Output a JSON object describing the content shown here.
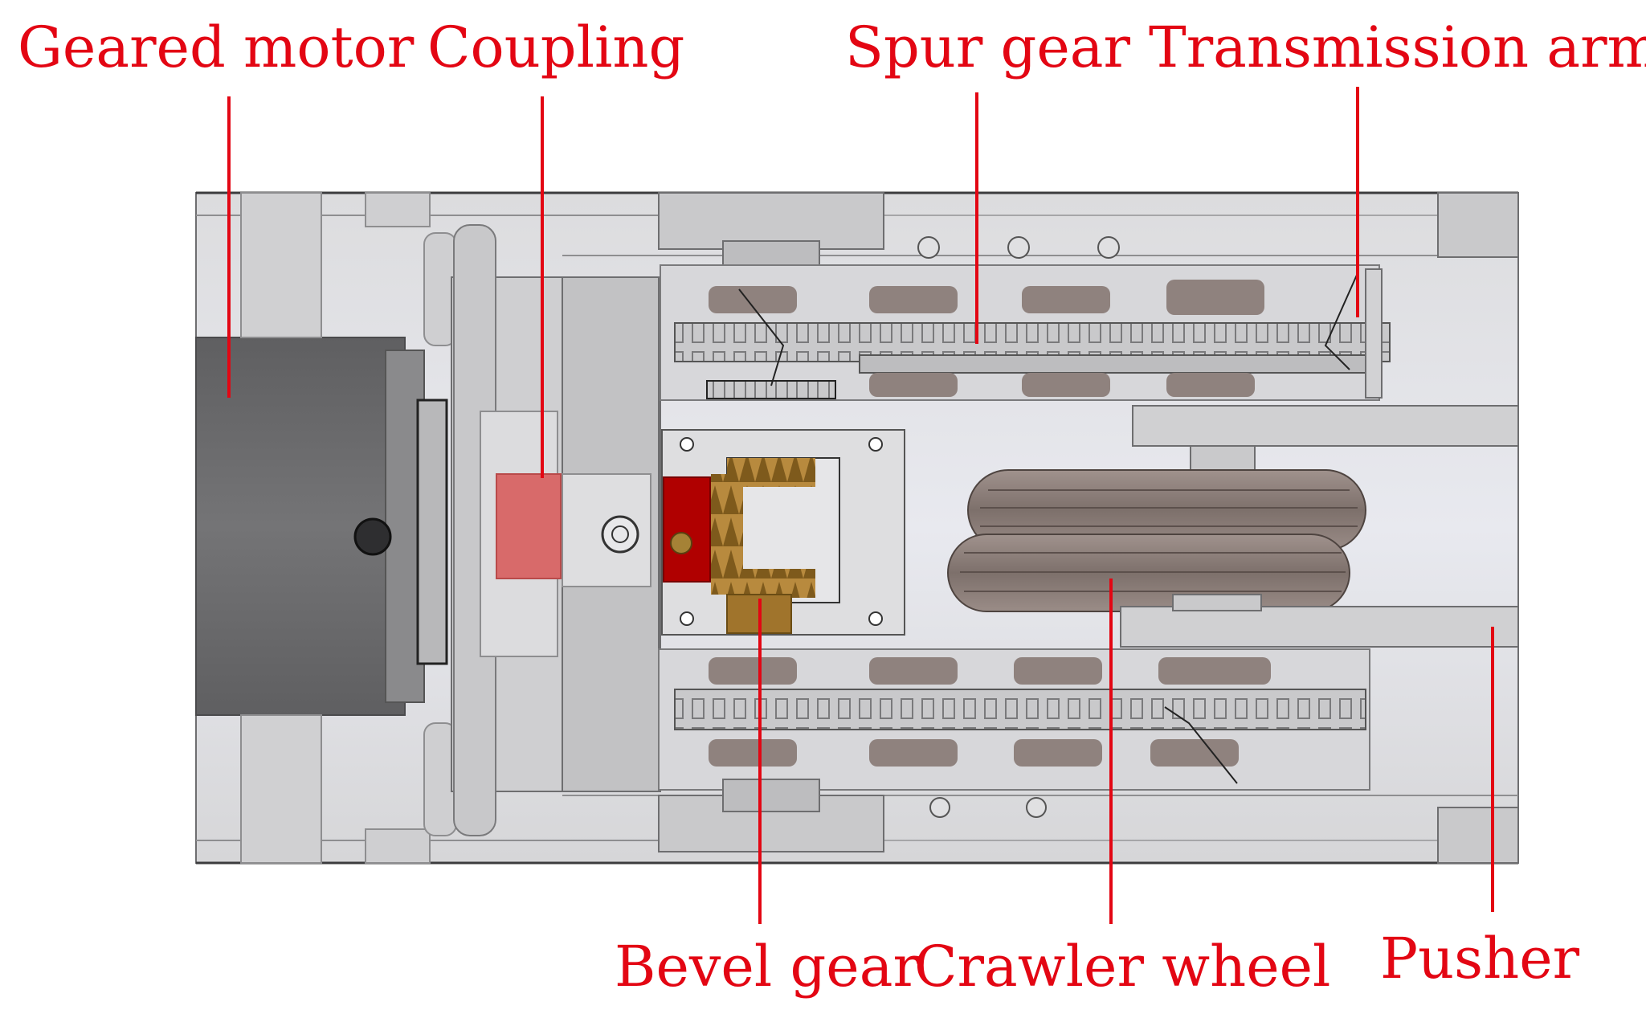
{
  "colors": {
    "label": "#e30613",
    "leader": "#e30613",
    "housing": "#d8d8da",
    "housing_edge": "#6e6e70",
    "motor": "#6c6c6e",
    "coupling": "#d86a6a",
    "bevel_gear": "#a0742c",
    "bevel_block": "#b00000",
    "wheel": "#8c7e79",
    "chain": "#8a8a8a"
  },
  "labels": {
    "geared_motor": "Geared motor",
    "coupling": "Coupling",
    "spur_gear": "Spur gear",
    "transmission_arm": "Transmission arm",
    "bevel_gear": "Bevel gear",
    "crawler_wheel": "Crawler wheel",
    "pusher": "Pusher"
  }
}
